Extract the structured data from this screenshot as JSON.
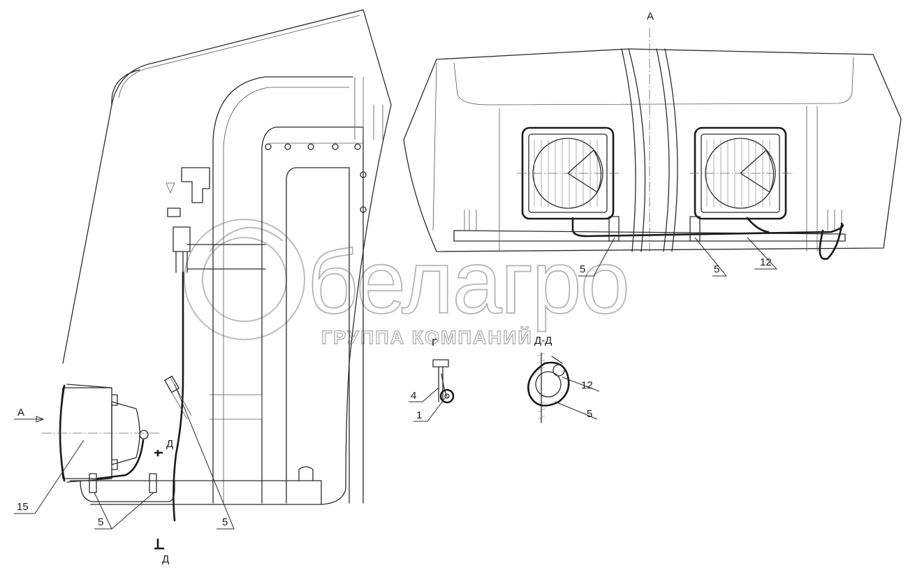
{
  "view_marks": {
    "top_view": "А",
    "left_arrow": "А",
    "section_upper": "Д",
    "section_lower": "Д",
    "detail_g": "Г",
    "section_title": "Д-Д"
  },
  "callouts": {
    "lamp": "15",
    "clamps_left": "5",
    "clamp_mid": "5",
    "clamp_top_left": "5",
    "clamp_top_right": "5",
    "harness_top": "12",
    "bracket_detail": "4",
    "bolt_detail": "1",
    "harness_section": "12",
    "clamp_section": "5"
  },
  "watermark": {
    "brand": "белагро",
    "subtitle": "ГРУППА КОМПАНИЙ"
  }
}
